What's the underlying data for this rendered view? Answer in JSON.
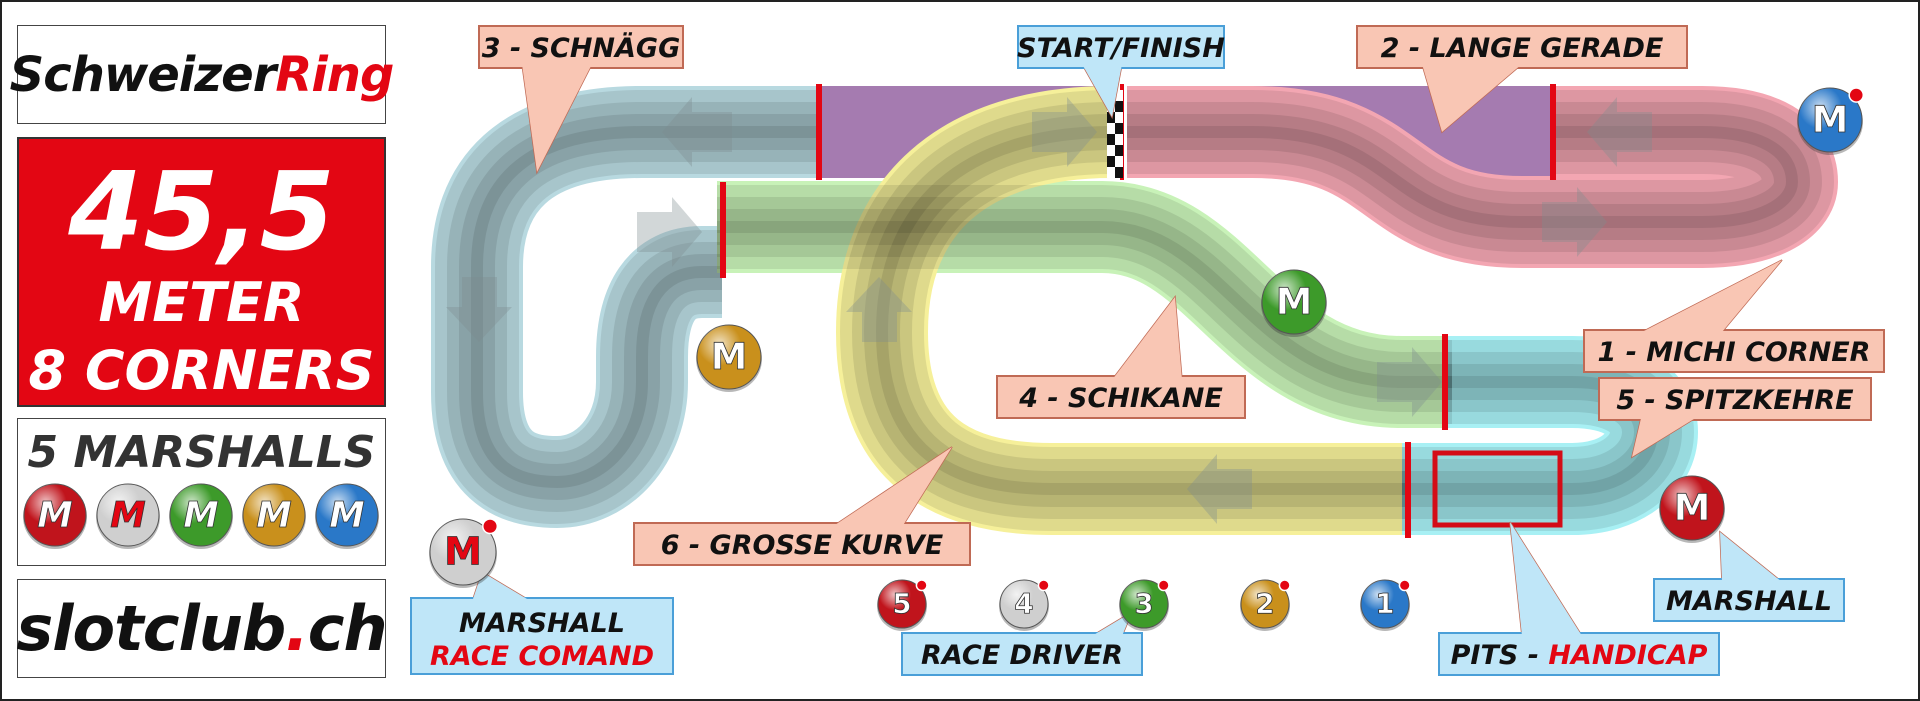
{
  "logo": {
    "part1": "Schweizer",
    "part2": "Ring"
  },
  "stats": {
    "length": "45,5",
    "unit": "METER",
    "corners": "8 CORNERS"
  },
  "marshalls": {
    "title": "5 MARSHALLS",
    "badges": [
      {
        "letter": "M",
        "color": "#c0141c",
        "text_color": "#ffffff"
      },
      {
        "letter": "M",
        "color": "#cfcfcf",
        "text_color": "#e30613"
      },
      {
        "letter": "M",
        "color": "#3d9a2a",
        "text_color": "#ffffff"
      },
      {
        "letter": "M",
        "color": "#c9901c",
        "text_color": "#ffffff"
      },
      {
        "letter": "M",
        "color": "#2a78c8",
        "text_color": "#ffffff"
      }
    ]
  },
  "site": {
    "part1": "slotclub",
    "part2": ".",
    "part3": "ch"
  },
  "track": {
    "section_colors": {
      "blue": "#b8d9e0",
      "purple": "#a57bb0",
      "pink": "#f3a6b2",
      "green": "#c8f2b8",
      "yellow": "#f6f09a",
      "cyan": "#a8f0f4"
    }
  },
  "callouts": {
    "schnaegg": "3 - SCHNÄGG",
    "start_finish": "START/FINISH",
    "lange_gerade": "2 - LANGE GERADE",
    "michi_corner": "1 - MICHI CORNER",
    "spitzkehre": "5 - SPITZKEHRE",
    "schikane": "4 - SCHIKANE",
    "grosse_kurve": "6 - GROSSE KURVE",
    "marshall": "MARSHALL",
    "marshall_race_line1": "MARSHALL",
    "marshall_race_line2": "RACE COMAND",
    "race_driver": "RACE DRIVER",
    "pits_part1": "PITS - ",
    "pits_part2": "HANDICAP"
  },
  "track_marshalls": [
    {
      "letter": "M",
      "color": "#2a78c8",
      "text_color": "#ffffff",
      "dot": true
    },
    {
      "letter": "M",
      "color": "#3d9a2a",
      "text_color": "#ffffff",
      "dot": false
    },
    {
      "letter": "M",
      "color": "#c9901c",
      "text_color": "#ffffff",
      "dot": false
    },
    {
      "letter": "M",
      "color": "#c0141c",
      "text_color": "#ffffff",
      "dot": false
    },
    {
      "letter": "M",
      "color": "#cfcfcf",
      "text_color": "#e30613",
      "dot": true
    }
  ],
  "drivers": [
    {
      "number": "5",
      "color": "#c0141c"
    },
    {
      "number": "4",
      "color": "#cfcfcf"
    },
    {
      "number": "3",
      "color": "#3d9a2a"
    },
    {
      "number": "2",
      "color": "#c9901c"
    },
    {
      "number": "1",
      "color": "#2a78c8"
    }
  ],
  "colors": {
    "accent_red": "#e30613",
    "callout_pink": "#f9c6b4",
    "callout_blue": "#bfe6f8"
  }
}
